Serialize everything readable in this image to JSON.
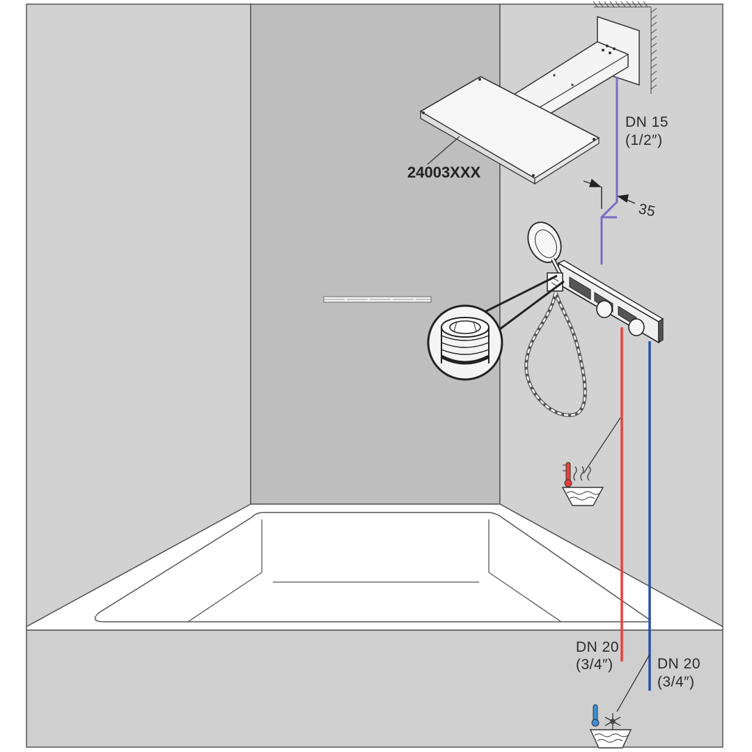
{
  "labels": {
    "model_number": "24003XXX",
    "top_pipe_size": "DN 15",
    "top_pipe_inch": "(1/2″)",
    "offset": "35",
    "hot_pipe_size": "DN 20",
    "hot_pipe_inch": "(3/4″)",
    "cold_pipe_size": "DN 20",
    "cold_pipe_inch": "(3/4″)"
  },
  "colors": {
    "wall_left": "#d2d2d2",
    "wall_center": "#bebebe",
    "wall_right": "#d2d2d2",
    "bathtub": "#ffffff",
    "bathtub_apron": "#cfcfcf",
    "hot_water_pipe": "#e8413b",
    "cold_water_pipe": "#2a4fa8",
    "shower_supply_pipe": "#7b6cc4"
  },
  "icons": {
    "hot_water": "thermometer-hot-water-icon",
    "cold_water": "thermometer-snowflake-cold-water-icon",
    "thread_detail": "thread-connector-detail-icon"
  }
}
